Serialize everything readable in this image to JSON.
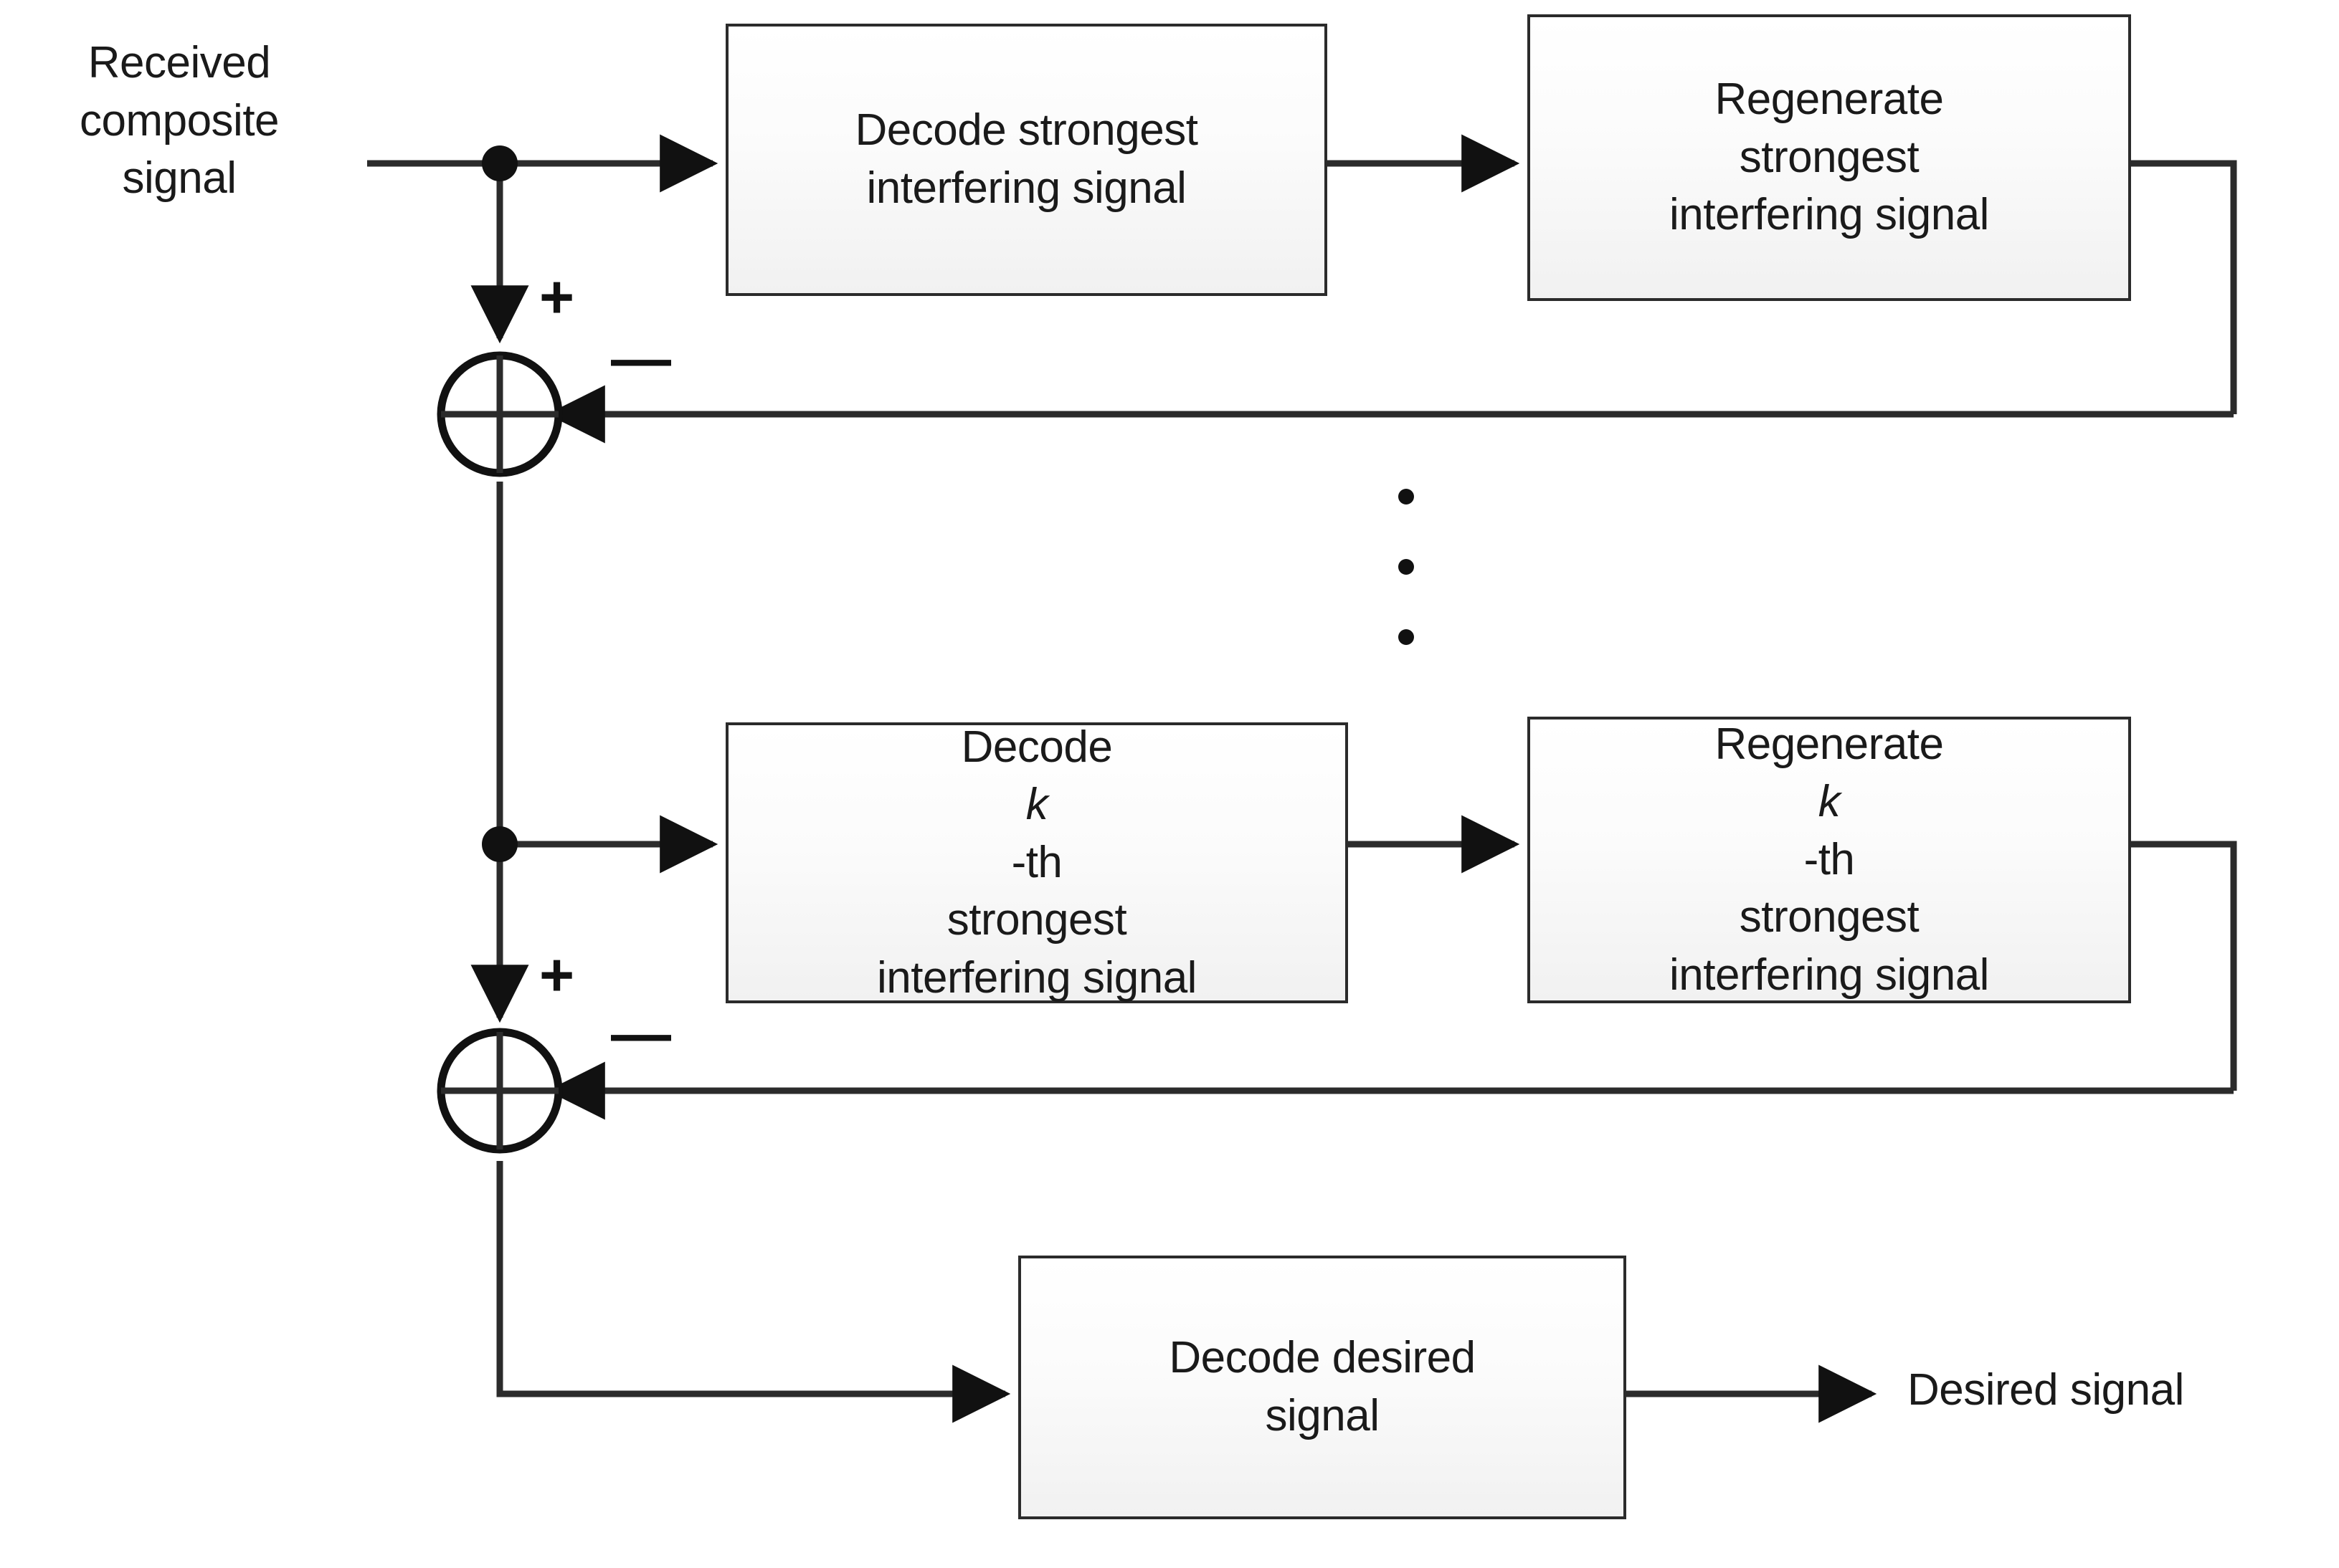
{
  "diagram": {
    "title": "Successive interference cancellation receiver block diagram",
    "type": "block-diagram",
    "colors": {
      "line": "#2b2b2b",
      "text": "#1a1a1a",
      "block_border": "#2b2b2b",
      "block_fill": "#fbfbfb",
      "background": "#ffffff"
    }
  },
  "labels": {
    "input": "Received\ncomposite\nsignal",
    "output": "Desired signal",
    "plus_sign": "+",
    "minus_sign": "—",
    "vertical_ellipsis": "⋮"
  },
  "blocks": [
    {
      "id": "decode-strongest",
      "lines": [
        "Decode strongest",
        "interfering signal"
      ],
      "italic_token": ""
    },
    {
      "id": "regenerate-strongest",
      "lines": [
        "Regenerate",
        "strongest",
        "interfering signal"
      ],
      "italic_token": ""
    },
    {
      "id": "decode-kth",
      "lines": [
        "Decode k-th",
        "strongest",
        "interfering signal"
      ],
      "italic_token": "k"
    },
    {
      "id": "regenerate-kth",
      "lines": [
        "Regenerate k-th",
        "strongest",
        "interfering signal"
      ],
      "italic_token": "k"
    },
    {
      "id": "decode-desired",
      "lines": [
        "Decode desired",
        "signal"
      ],
      "italic_token": ""
    }
  ],
  "adders": [
    {
      "id": "adder-1",
      "plus": "+",
      "minus": "—"
    },
    {
      "id": "adder-2",
      "plus": "+",
      "minus": "—"
    }
  ],
  "block_text": {
    "b1_l1": "Decode strongest",
    "b1_l2": "interfering signal",
    "b2_l1": "Regenerate",
    "b2_l2": "strongest",
    "b2_l3": "interfering signal",
    "b3_l1_pre": "Decode ",
    "b3_l1_k": "k",
    "b3_l1_post": "-th",
    "b3_l2": "strongest",
    "b3_l3": "interfering signal",
    "b4_l1_pre": "Regenerate ",
    "b4_l1_k": "k",
    "b4_l1_post": "-th",
    "b4_l2": "strongest",
    "b4_l3": "interfering signal",
    "b5_l1": "Decode desired",
    "b5_l2": "signal"
  }
}
